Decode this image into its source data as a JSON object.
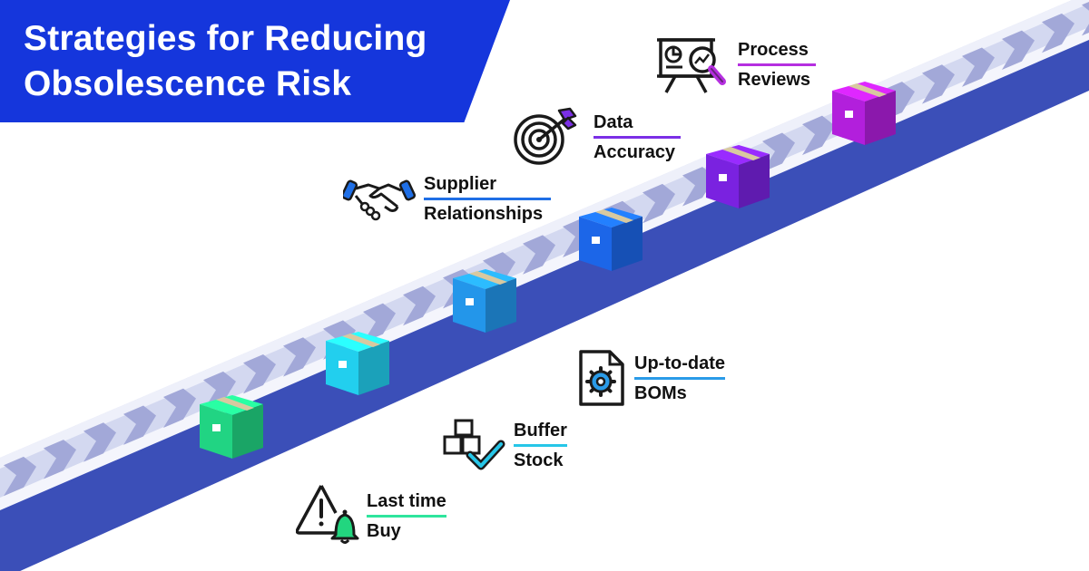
{
  "title": "Strategies for Reducing Obsolescence Risk",
  "colors": {
    "banner": "#1536dc",
    "belt_top": "#ccd2ec",
    "belt_side": "#3b4fb8",
    "chevron": "#a2a8d8"
  },
  "strategies": [
    {
      "line1": "Last time",
      "line2": "Buy",
      "icon": "warning-bell-icon",
      "accent": "#2ee59d",
      "box_color": "#21d483"
    },
    {
      "line1": "Buffer",
      "line2": "Stock",
      "icon": "boxes-check-icon",
      "accent": "#26c6e8",
      "box_color": "#22cfee"
    },
    {
      "line1": "Up-to-date",
      "line2": "BOMs",
      "icon": "document-gear-icon",
      "accent": "#2a9be8",
      "box_color": "#2396ea"
    },
    {
      "line1": "Supplier",
      "line2": "Relationships",
      "icon": "handshake-icon",
      "accent": "#1f6fe6",
      "box_color": "#1c66e8"
    },
    {
      "line1": "Data",
      "line2": "Accuracy",
      "icon": "target-dart-icon",
      "accent": "#7b2fe6",
      "box_color": "#7a22e0"
    },
    {
      "line1": "Process",
      "line2": "Reviews",
      "icon": "presentation-magnifier-icon",
      "accent": "#b52fe0",
      "box_color": "#b21fdc"
    }
  ]
}
